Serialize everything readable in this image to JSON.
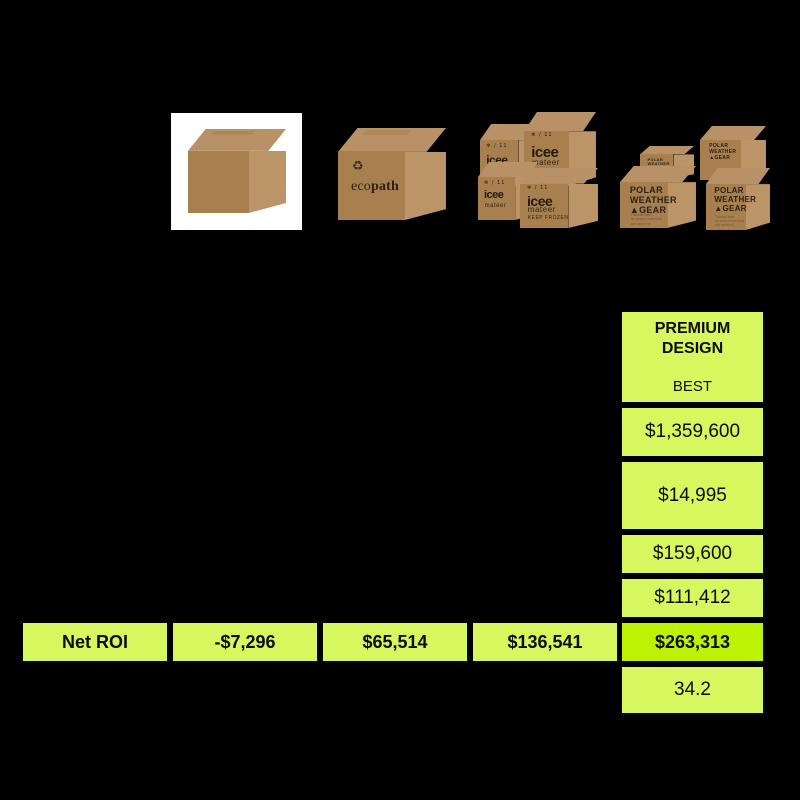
{
  "palette": {
    "background": "#000000",
    "cell_fill": "#d6f75e",
    "best_fill": "#bdf204",
    "border": "#000000",
    "text": "#0c0c0c"
  },
  "products": [
    {
      "id": "plain-box",
      "name": "plain-cardboard-box",
      "background": "#ffffff",
      "labels": []
    },
    {
      "id": "ecopath-box",
      "name": "ecopath-box",
      "background": "transparent",
      "brand": "eco",
      "brand_bold_tail": "path",
      "icon": "recycle-icon",
      "icon_glyph": "♻"
    },
    {
      "id": "icee-boxes",
      "name": "icee-mateer-boxes",
      "background": "transparent",
      "brand": "icee",
      "sub_brand": "mateer",
      "tagline": "KEEP FROZEN",
      "corner_mark": "❄ / 11"
    },
    {
      "id": "polar-boxes",
      "name": "polar-weather-gear-boxes",
      "background": "transparent",
      "brand": "POLAR\nWEATHER\n▲GEAR",
      "fine_print": "Thermal-lined\nall-season outerwear\nand winter kit"
    }
  ],
  "table": {
    "columns": [
      {
        "key": "metric",
        "label": ""
      },
      {
        "key": "option_1",
        "label": ""
      },
      {
        "key": "option_2",
        "label": ""
      },
      {
        "key": "option_3",
        "label": ""
      },
      {
        "key": "option_4",
        "label": "PREMIUM\nDESIGN",
        "sub_label": "BEST",
        "highlight": true
      }
    ],
    "premium_column": {
      "header_title": "PREMIUM\nDESIGN",
      "header_sub": "BEST",
      "values": [
        "$1,359,600",
        "$14,995",
        "$159,600",
        "$111,412",
        "$263,313",
        "34.2"
      ]
    },
    "net_roi_row": {
      "label": "Net ROI",
      "values": [
        "-$7,296",
        "$65,514",
        "$136,541",
        "$263,313"
      ]
    }
  }
}
